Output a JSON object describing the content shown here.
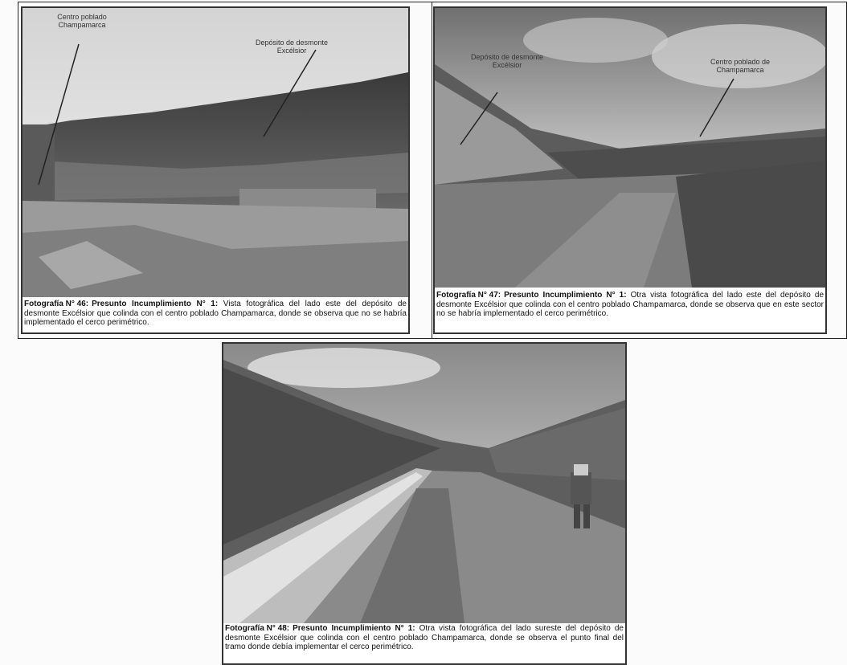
{
  "photos": [
    {
      "label": "Fotografía N° 46:",
      "title": "Presunto Incumplimiento N° 1:",
      "text": "Vista fotográfica del lado este del depósito de desmonte Excélsior que colinda con el centro poblado Champamarca, donde se observa que no se habría implementado el cerco perimétrico.",
      "annotations": [
        "Centro poblado Champamarca",
        "Depósito de desmonte Excélsior"
      ]
    },
    {
      "label": "Fotografía N° 47:",
      "title": "Presunto Incumplimiento N° 1:",
      "text": "Otra vista fotográfica del lado este del depósito de desmonte Excélsior que colinda con el centro poblado Champamarca, donde se observa que en este sector no se habría implementado el cerco perimétrico.",
      "annotations": [
        "Depósito de desmonte Excélsior",
        "Centro poblado de Champamarca"
      ]
    },
    {
      "label": "Fotografía N° 48:",
      "title": "Presunto Incumplimiento N° 1:",
      "text": "Otra vista fotográfica del lado sureste del depósito de desmonte Excélsior que colinda con el centro poblado Champamarca, donde se observa el punto final del tramo donde debía implementar el cerco perimétrico.",
      "annotations": []
    }
  ]
}
